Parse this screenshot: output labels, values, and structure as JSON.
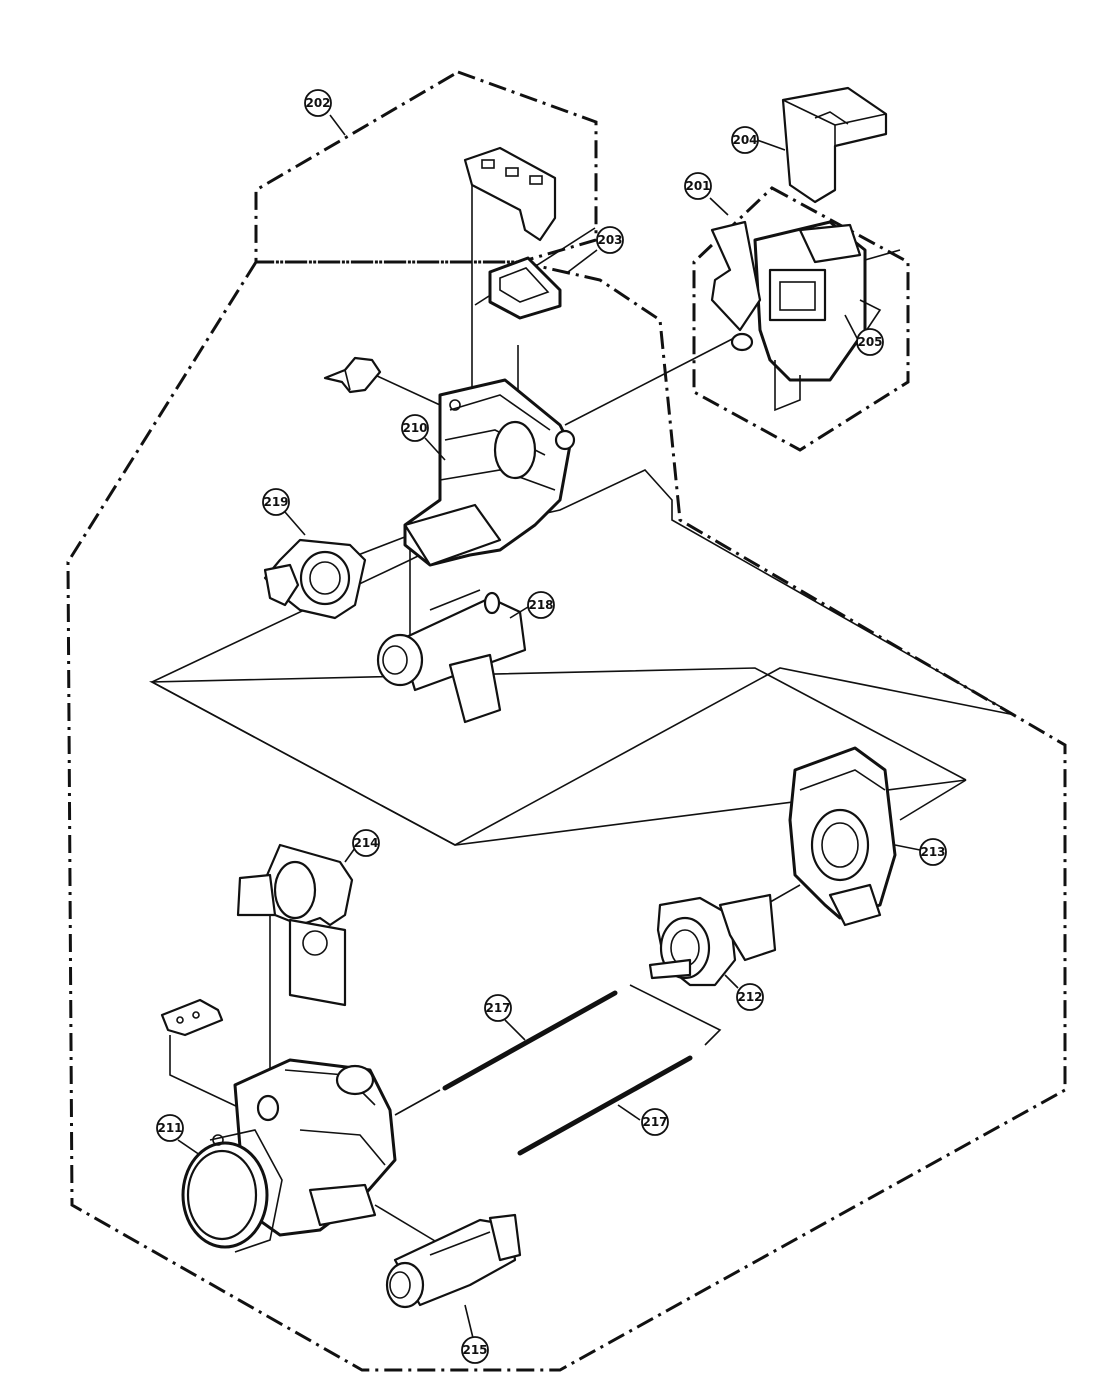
{
  "callouts": [
    {
      "id": "202",
      "label": "202"
    },
    {
      "id": "203",
      "label": "203"
    },
    {
      "id": "204",
      "label": "204"
    },
    {
      "id": "201",
      "label": "201"
    },
    {
      "id": "205",
      "label": "205"
    },
    {
      "id": "210",
      "label": "210"
    },
    {
      "id": "219",
      "label": "219"
    },
    {
      "id": "218",
      "label": "218"
    },
    {
      "id": "214",
      "label": "214"
    },
    {
      "id": "213",
      "label": "213"
    },
    {
      "id": "212",
      "label": "212"
    },
    {
      "id": "217a",
      "label": "217"
    },
    {
      "id": "217b",
      "label": "217"
    },
    {
      "id": "211",
      "label": "211"
    },
    {
      "id": "215",
      "label": "215"
    }
  ]
}
